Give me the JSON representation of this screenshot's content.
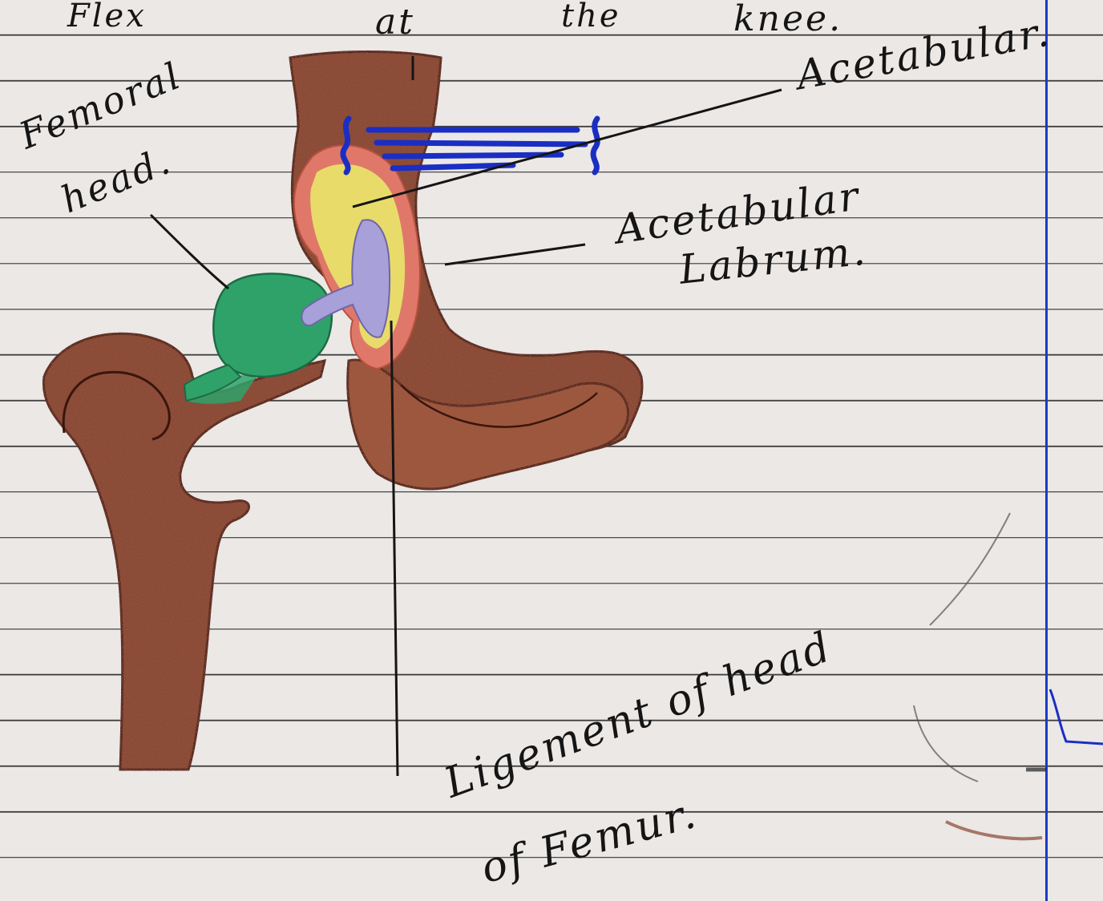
{
  "header": {
    "word1": "Flex",
    "word2": "at",
    "word3": "the",
    "word4": "knee."
  },
  "labels": {
    "femoral_head": {
      "line1": "Femoral",
      "line2": "head."
    },
    "acetabular": "Acetabular.",
    "acetabular_labrum": {
      "line1": "Acetabular",
      "line2": "Labrum."
    },
    "ligament": {
      "line1": "Ligement of head",
      "line2": "of Femur."
    }
  },
  "colors": {
    "bone": "#8a4630",
    "bone_dark": "#4b1c12",
    "femoral_head": "#2fa26a",
    "acetabular_cartilage": "#e8e06a",
    "acetabular_rim": "#e0786a",
    "ligament": "#a8a0d8",
    "ink_blue": "#1a2ec4",
    "paper": "#ebe8e6",
    "ruling": "#3f3f3f"
  }
}
